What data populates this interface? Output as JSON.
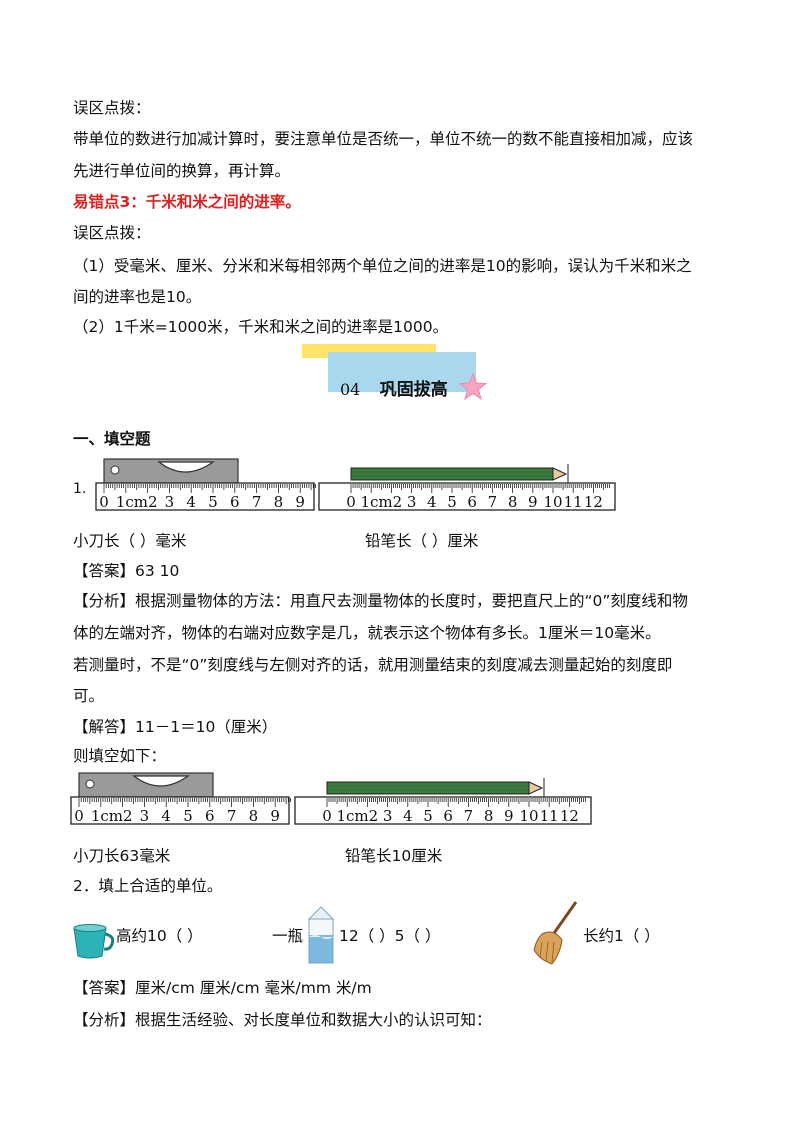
{
  "lines": {
    "l1": "误区点拨：",
    "l2": "带单位的数进行加减计算时，要注意单位是否统一，单位不统一的数不能直接相加减，应该",
    "l3": "先进行单位间的换算，再计算。",
    "l4": "易错点3：千米和米之间的进率。",
    "l5": "误区点拨：",
    "l6": "（1）受毫米、厘米、分米和米每相邻两个单位之间的进率是10的影响，误认为千米和米之",
    "l7": "间的进率也是10。",
    "l8": "（2）1千米=1000米，千米和米之间的进率是1000。"
  },
  "section": {
    "number": "04",
    "title": "巩固拔高"
  },
  "part1": {
    "heading": "一、填空题"
  },
  "q1": {
    "number": "1.",
    "blank_knife": "小刀长（          ）毫米",
    "blank_pencil": "铅笔长（          ）厘米",
    "answer": "【答案】63          10",
    "analysis1": "【分析】根据测量物体的方法：用直尺去测量物体的长度时，要把直尺上的“0”刻度线和物",
    "analysis2": "体的左端对齐，物体的右端对应数字是几，就表示这个物体有多长。1厘米＝10毫米。",
    "analysis3": "若测量时，不是“0”刻度线与左侧对齐的话，就用测量结束的刻度减去测量起始的刻度即",
    "analysis4": "可。",
    "solution": "【解答】11－1＝10（厘米）",
    "fill_intro": "则填空如下：",
    "filled_knife": "小刀长63毫米",
    "filled_pencil": "铅笔长10厘米",
    "ruler_knife_labels": [
      "0",
      "1cm2",
      "3",
      "4",
      "5",
      "6",
      "7",
      "8",
      "9"
    ],
    "ruler_pencil_labels": [
      "0",
      "1cm2",
      "3",
      "4",
      "5",
      "6",
      "7",
      "8",
      "9",
      "10",
      "11",
      "12"
    ]
  },
  "q2": {
    "title": "2．填上合适的单位。",
    "item1": "高约10（          ）",
    "item2a": "一瓶",
    "item2b": "12（          ）5（          ）",
    "item3": "长约1（          ）",
    "answer": "【答案】厘米/cm          厘米/cm          毫米/mm          米/m",
    "analysis": "【分析】根据生活经验、对长度单位和数据大小的认识可知："
  },
  "colors": {
    "red": "#e02020",
    "yellow": "#ffe26a",
    "blue": "#a9d8ee",
    "pencil": "#3c7a3e"
  },
  "icons": [
    "pink-star-icon",
    "cup-icon",
    "milk-carton-icon",
    "broom-icon"
  ]
}
